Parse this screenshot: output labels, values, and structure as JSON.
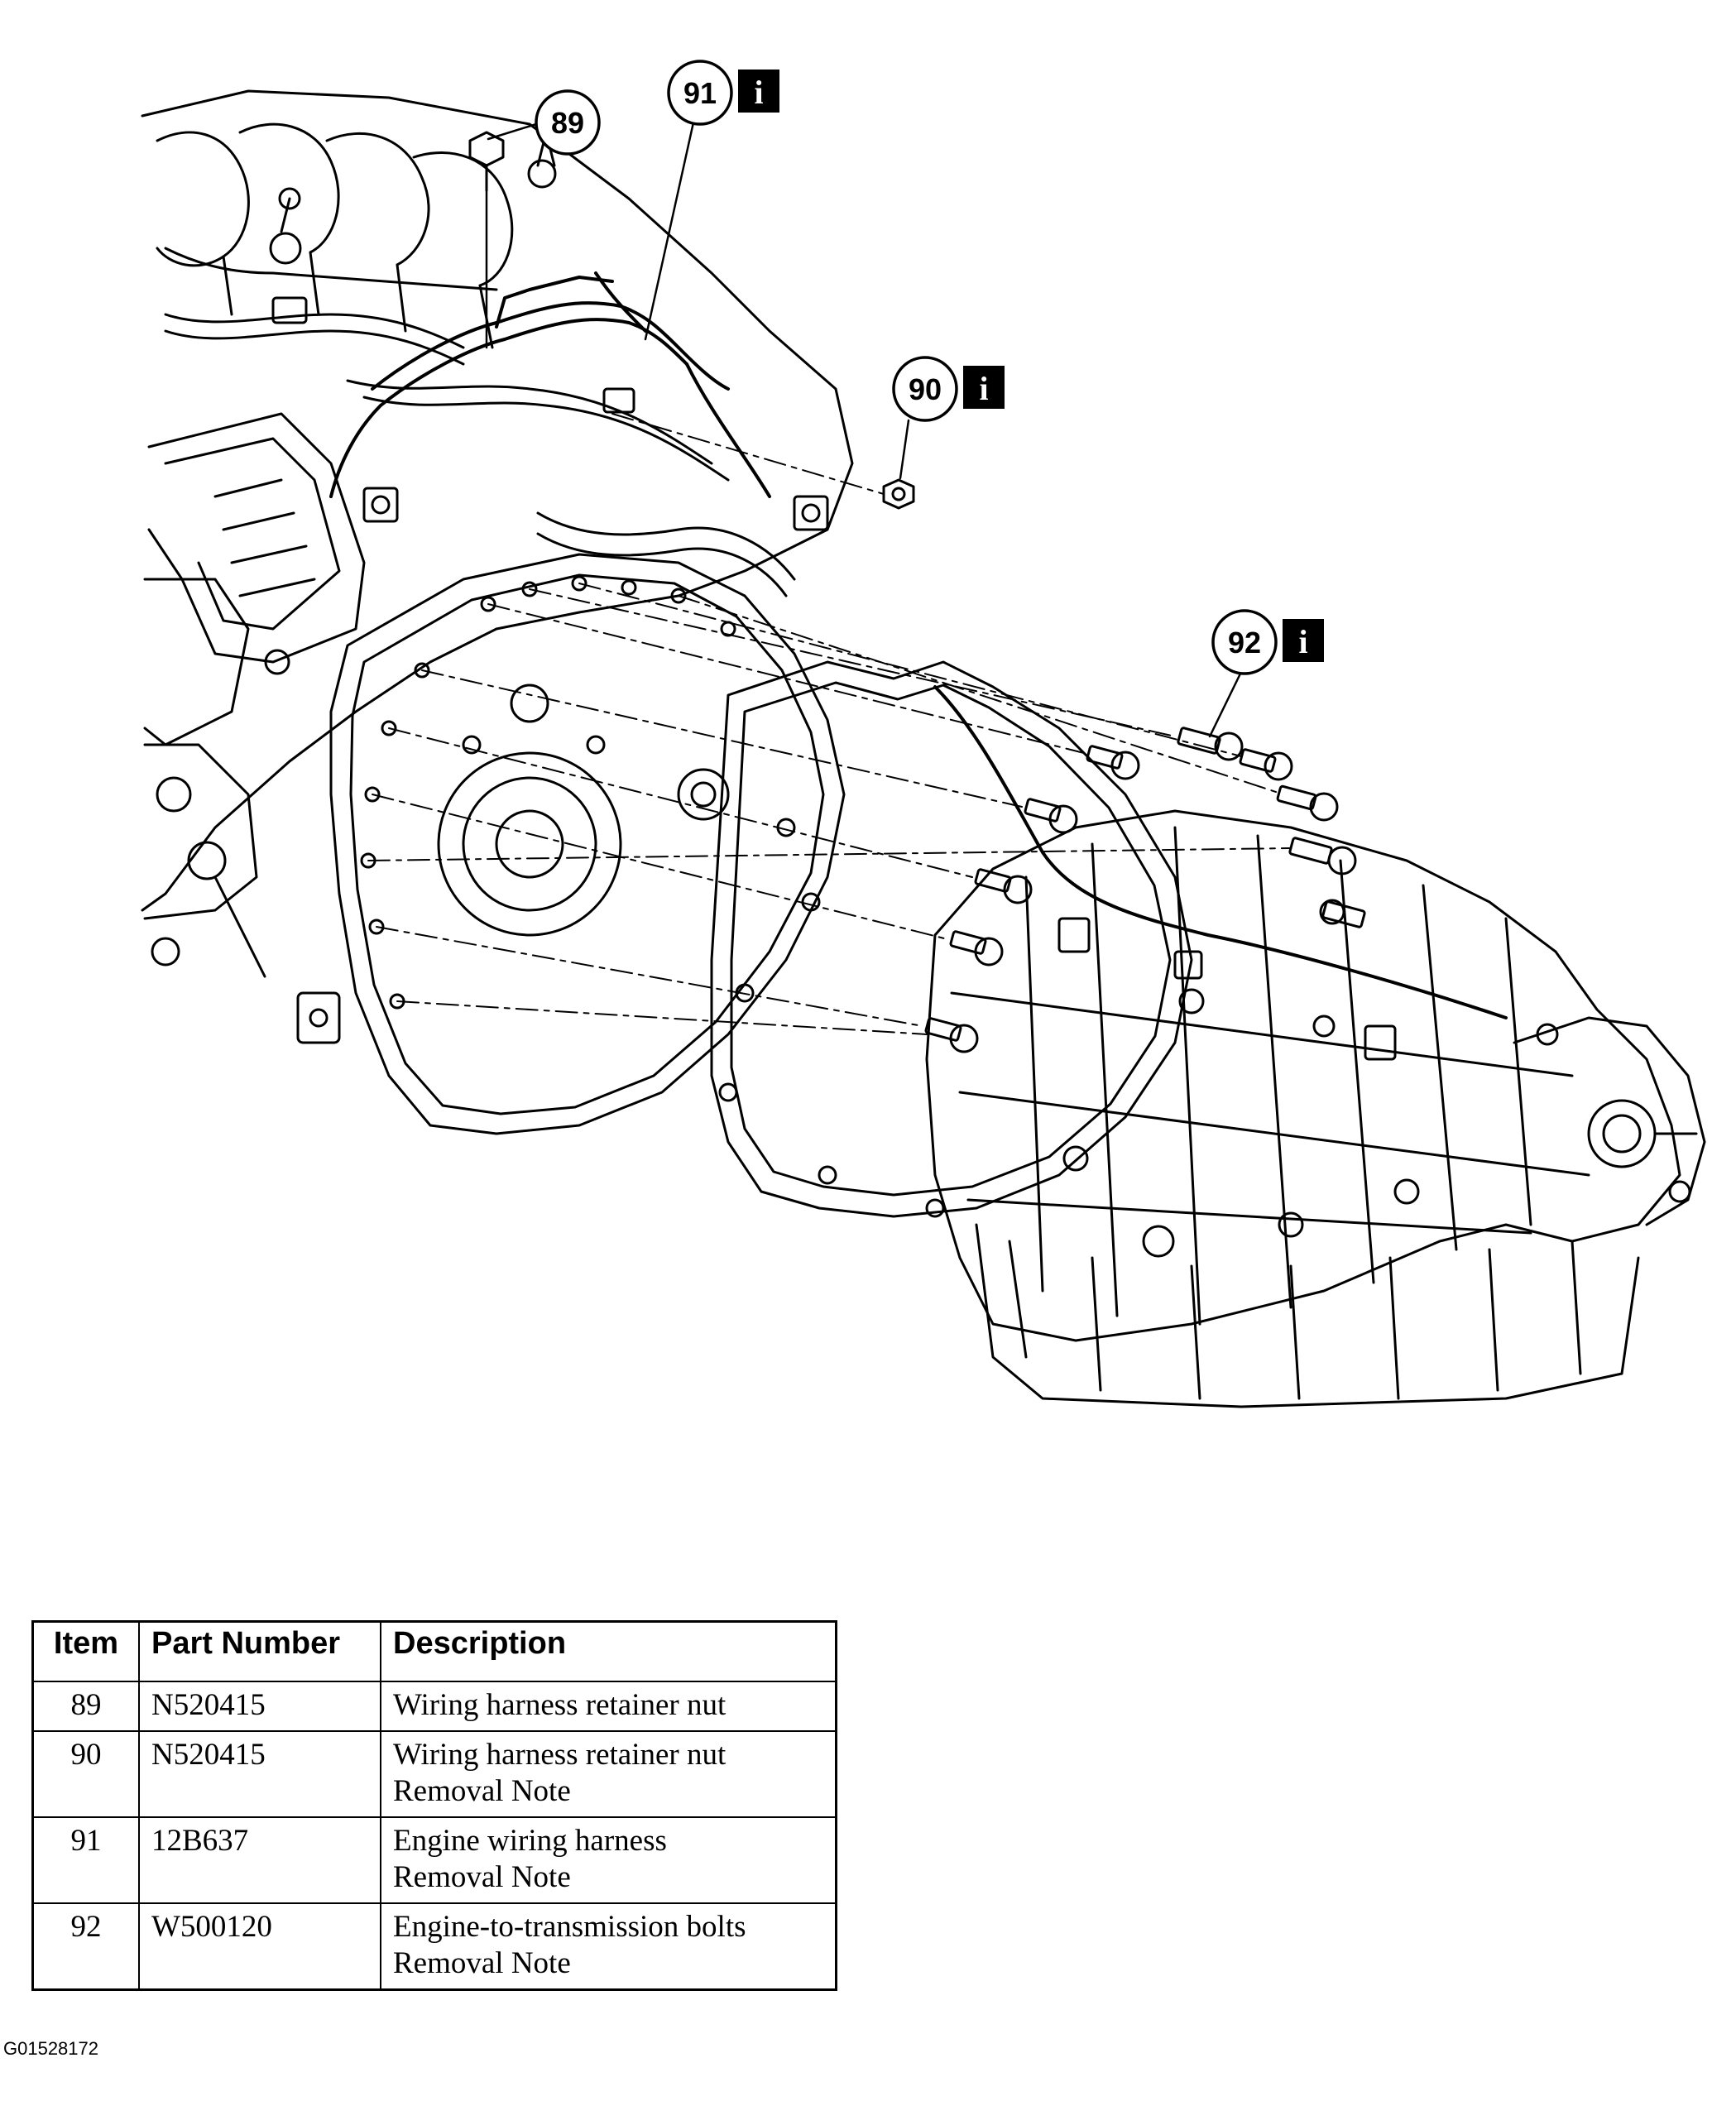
{
  "callouts": [
    {
      "number": "89",
      "info": false
    },
    {
      "number": "91",
      "info": true
    },
    {
      "number": "90",
      "info": true
    },
    {
      "number": "92",
      "info": true
    }
  ],
  "info_glyph": "i",
  "table": {
    "headers": [
      "Item",
      "Part Number",
      "Description"
    ],
    "rows": [
      {
        "item": "89",
        "part": "N520415",
        "description": "Wiring harness retainer nut",
        "note": ""
      },
      {
        "item": "90",
        "part": "N520415",
        "description": "Wiring harness retainer nut",
        "note": "Removal Note"
      },
      {
        "item": "91",
        "part": "12B637",
        "description": "Engine wiring harness",
        "note": "Removal Note"
      },
      {
        "item": "92",
        "part": "W500120",
        "description": "Engine-to-transmission bolts",
        "note": "Removal Note"
      }
    ]
  },
  "figure_id": "G01528172"
}
